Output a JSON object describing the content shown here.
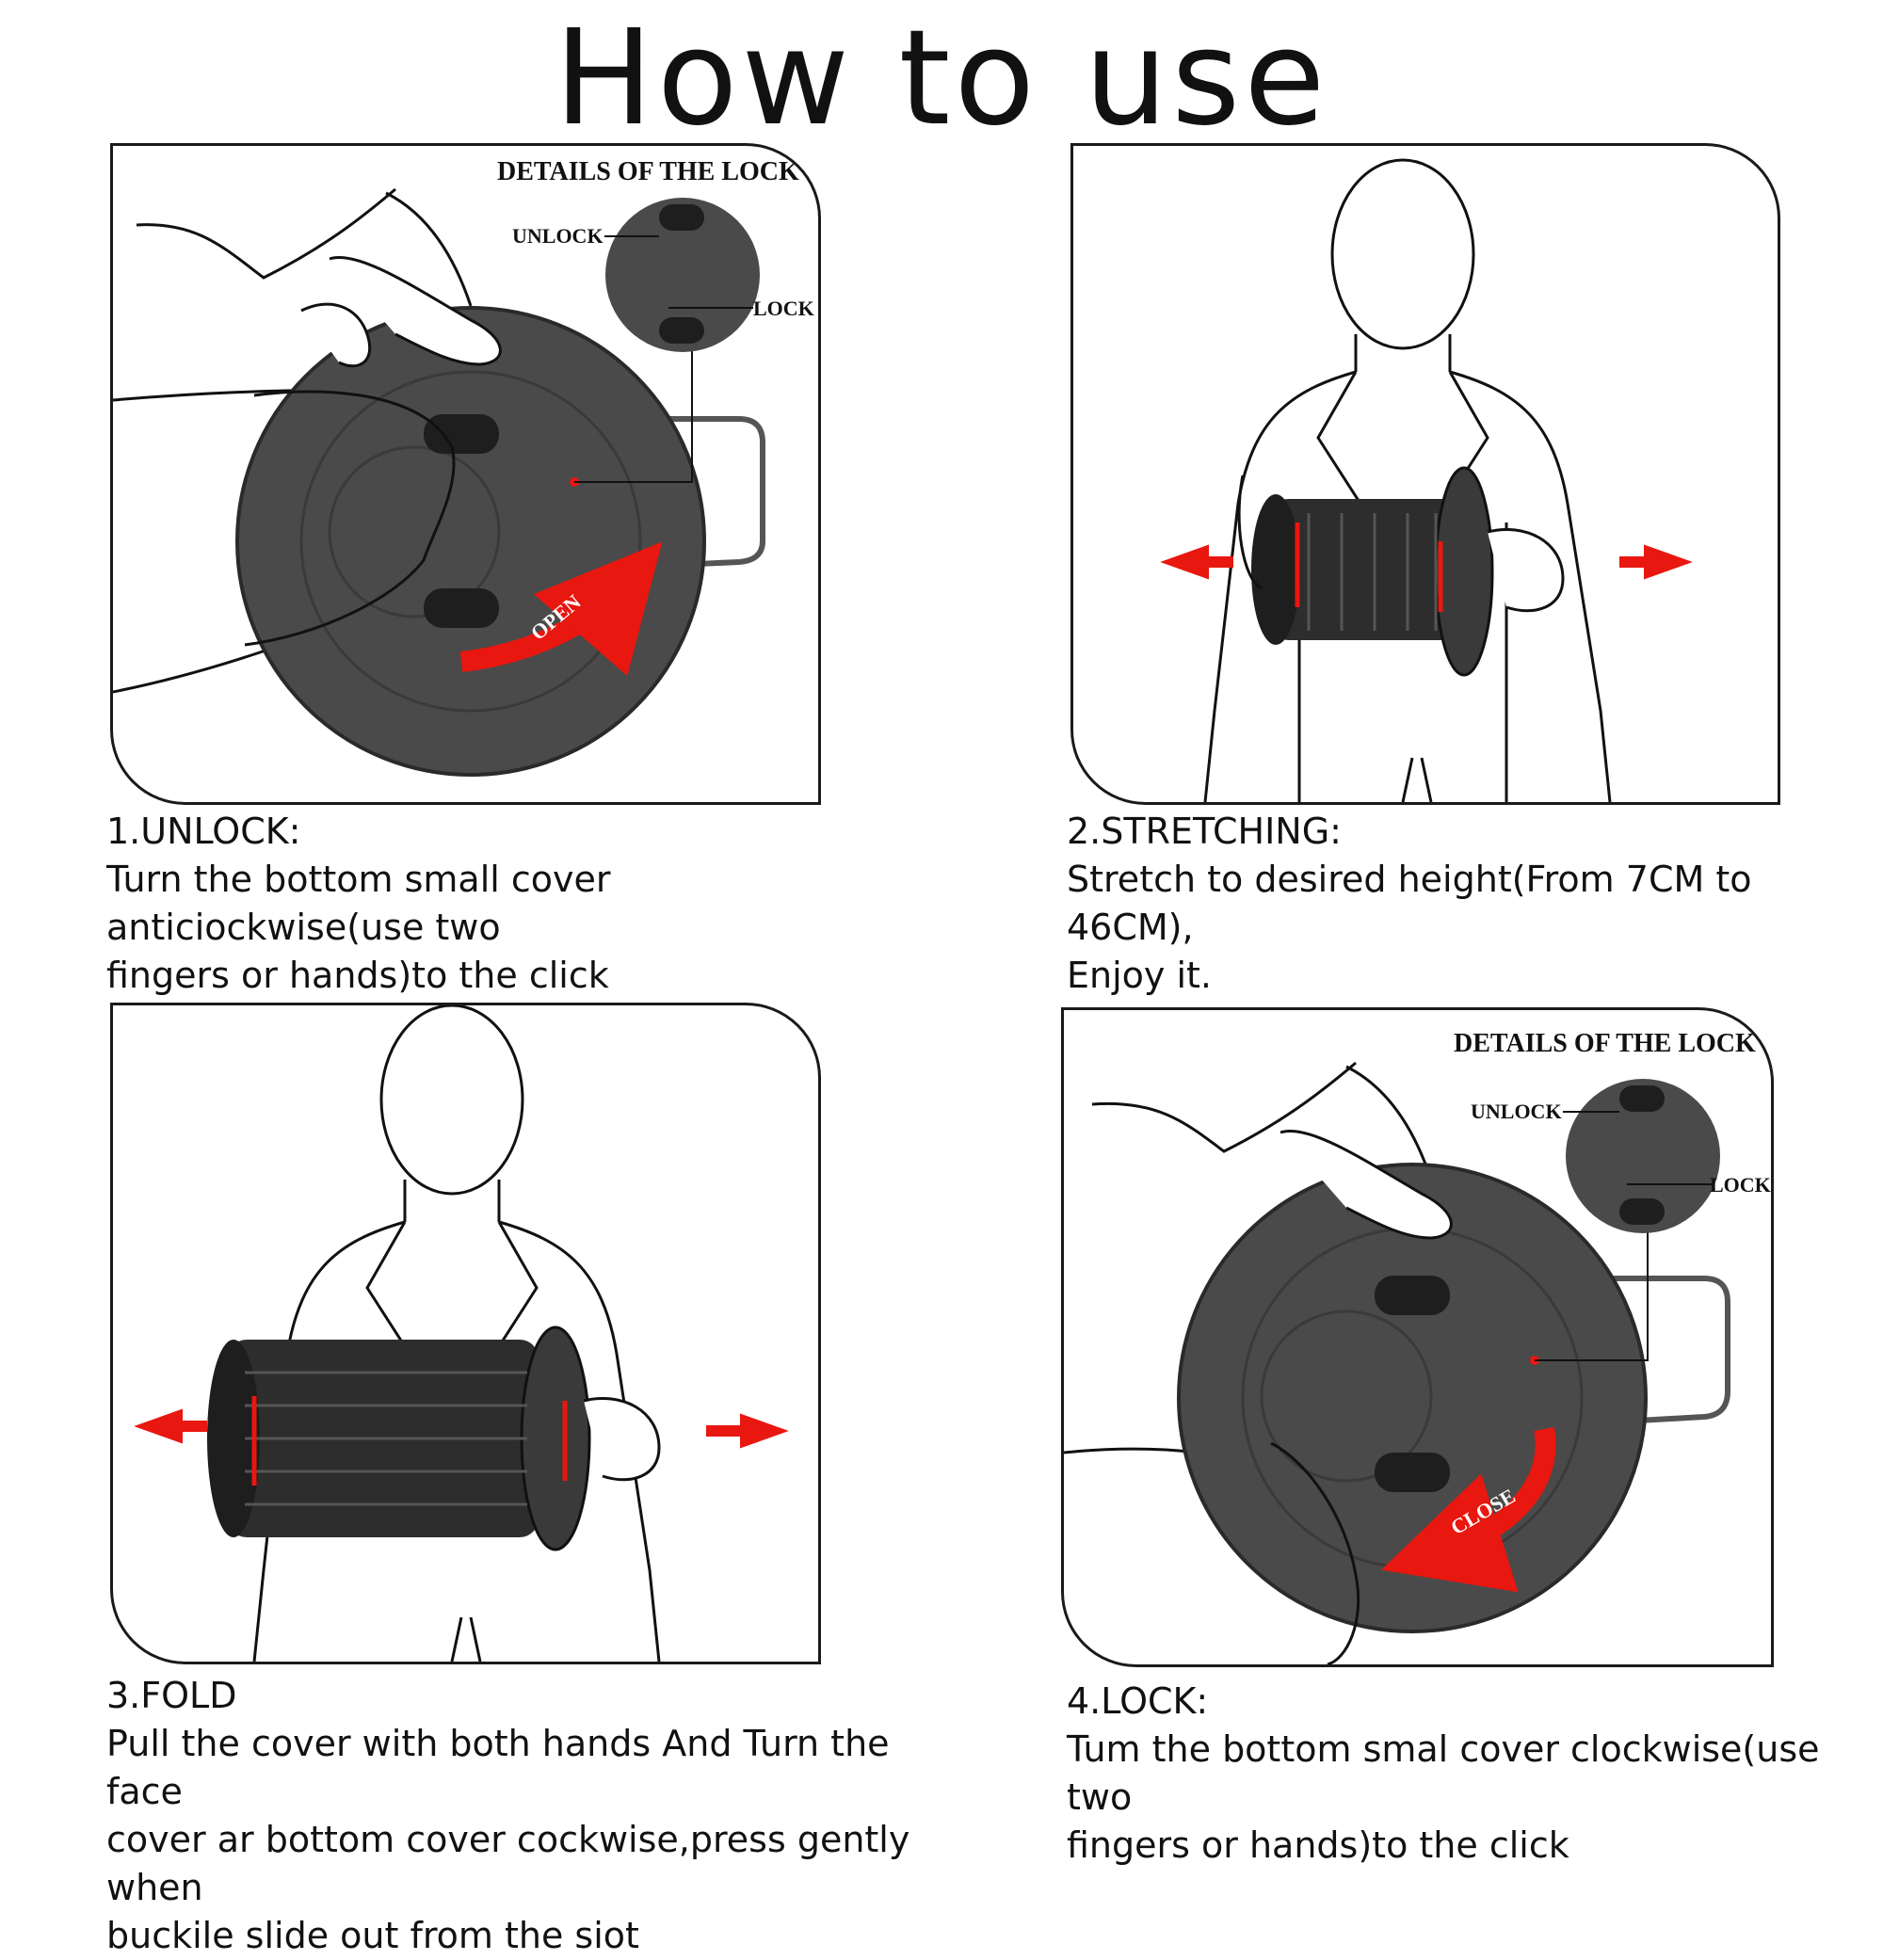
{
  "title": "How to use",
  "lock_detail": {
    "heading": "DETAILS OF THE LOCK",
    "unlock": "UNLOCK",
    "lock": "LOCK"
  },
  "arrows": {
    "open": "OPEN",
    "close": "CLOSE"
  },
  "steps": [
    {
      "heading": "1.UNLOCK:",
      "body": "Turn the bottom small cover anticiockwise(use two\nfingers or hands)to the click"
    },
    {
      "heading": "2.STRETCHING:",
      "body": "Stretch to desired height(From 7CM to 46CM),\nEnjoy it."
    },
    {
      "heading": "3.FOLD",
      "body": "Pull the cover with both hands And Turn the face\ncover ar bottom cover cockwise,press gently when\nbuckile slide out from the siot"
    },
    {
      "heading": "4.LOCK:",
      "body": "Tum the bottom smal cover clockwise(use two\nfingers or hands)to the click"
    }
  ],
  "colors": {
    "accent": "#e8170f",
    "disc": "#4a4a4a",
    "outline": "#1a1a1a"
  }
}
